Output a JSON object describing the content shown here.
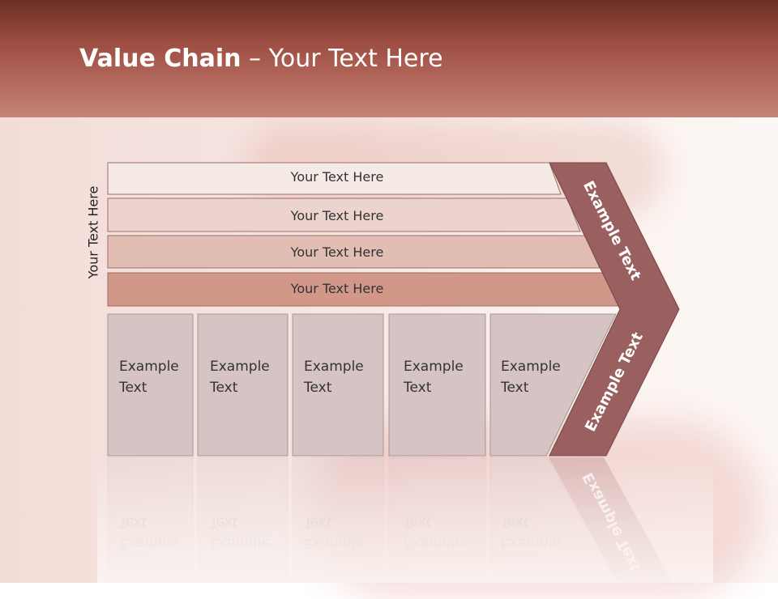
{
  "slide": {
    "title_bold": "Value Chain",
    "title_rest": " – Your Text Here",
    "side_label": "Your Text Here",
    "rows": [
      {
        "label": "Your Text Here",
        "color": "#f6eae7"
      },
      {
        "label": "Your Text Here",
        "color": "#ecd3cd"
      },
      {
        "label": "Your Text Here",
        "color": "#e2bdb4"
      },
      {
        "label": "Your Text Here",
        "color": "#d1988a"
      }
    ],
    "boxes": [
      {
        "line1": "Example",
        "line2": "Text"
      },
      {
        "line1": "Example",
        "line2": "Text"
      },
      {
        "line1": "Example",
        "line2": "Text"
      },
      {
        "line1": "Example",
        "line2": "Text"
      },
      {
        "line1": "Example",
        "line2": "Text"
      }
    ],
    "arrow": {
      "upper_label": "Example Text",
      "lower_label": "Example Text",
      "color": "#9a5f5f"
    },
    "box_color": "#d6c3c3",
    "header_color": "#a0544a"
  }
}
